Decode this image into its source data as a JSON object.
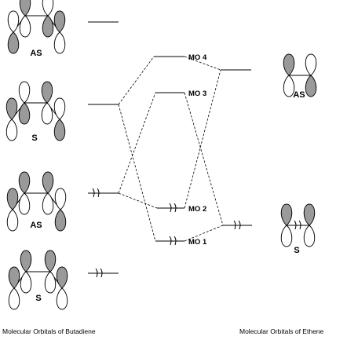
{
  "butadiene": {
    "caption": "Molecular Orbitals of Butadiene",
    "orbitals": [
      {
        "symmetry": "AS",
        "electrons": 0
      },
      {
        "symmetry": "S",
        "electrons": 0
      },
      {
        "symmetry": "AS",
        "electrons": 2
      },
      {
        "symmetry": "S",
        "electrons": 2
      }
    ]
  },
  "ethene": {
    "caption": "Molecular Orbitals of Ethene",
    "orbitals": [
      {
        "symmetry": "AS",
        "electrons": 0
      },
      {
        "symmetry": "S",
        "electrons": 2
      }
    ]
  },
  "combined": [
    {
      "label": "MO 4",
      "electrons": 0
    },
    {
      "label": "MO 3",
      "electrons": 0
    },
    {
      "label": "MO 2",
      "electrons": 2
    },
    {
      "label": "MO 1",
      "electrons": 2
    }
  ],
  "colors": {
    "shaded_lobe": "#9a9a9a",
    "line": "#000000"
  }
}
